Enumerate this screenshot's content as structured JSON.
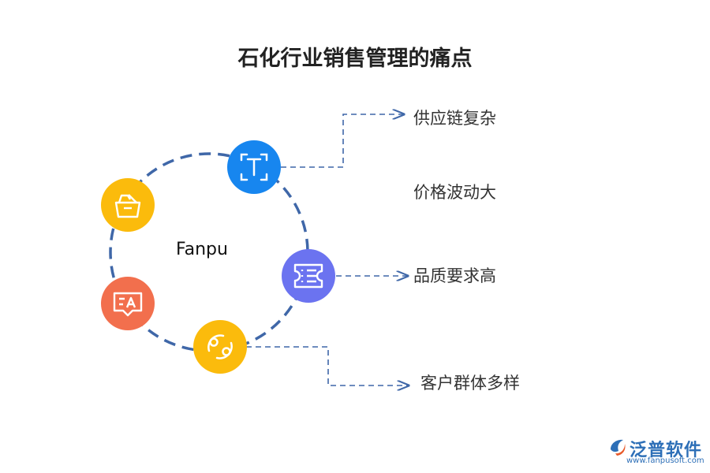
{
  "title": "石化行业销售管理的痛点",
  "center_label": "Fanpu",
  "pain_points": [
    {
      "label": "供应链复杂"
    },
    {
      "label": "价格波动大"
    },
    {
      "label": "品质要求高"
    },
    {
      "label": "客户群体多样"
    }
  ],
  "colors": {
    "ring": "#3f67a8",
    "connector": "#3f67a8",
    "blue": "#1786ef",
    "yellow": "#fbbb0c",
    "purple": "#6b73f0",
    "orange": "#f26f4d"
  },
  "icons": [
    "text-frame-icon",
    "ticket-list-icon",
    "link-cycle-icon",
    "translate-message-icon",
    "folder-box-icon"
  ],
  "logo": {
    "name": "泛普软件",
    "url": "www.fanpusoft.com"
  }
}
